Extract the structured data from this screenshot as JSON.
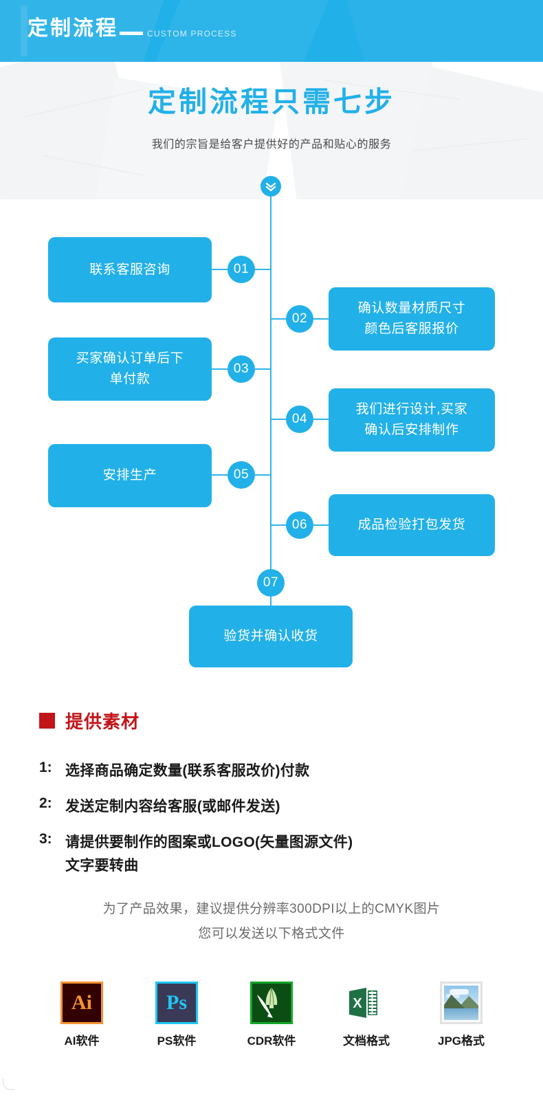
{
  "banner": {
    "title_cn": "定制流程",
    "title_en": "CUSTOM PROCESS"
  },
  "hero": {
    "title": "定制流程只需七步",
    "subtitle": "我们的宗旨是给客户提供好的产品和贴心的服务",
    "scroll_icon": "double-chevron-down-icon"
  },
  "flow": {
    "accent_color": "#22b0e8",
    "steps": [
      {
        "no": "01",
        "label": "联系客服咨询",
        "side": "left"
      },
      {
        "no": "02",
        "label": "确认数量材质尺寸\n颜色后客服报价",
        "side": "right"
      },
      {
        "no": "03",
        "label": "买家确认订单后下\n单付款",
        "side": "left"
      },
      {
        "no": "04",
        "label": "我们进行设计,买家\n确认后安排制作",
        "side": "right"
      },
      {
        "no": "05",
        "label": "安排生产",
        "side": "left"
      },
      {
        "no": "06",
        "label": "成品检验打包发货",
        "side": "right"
      },
      {
        "no": "07",
        "label": "验货并确认收货",
        "side": "center"
      }
    ],
    "step_labels": {
      "s1": "联系客服咨询",
      "s2_l1": "确认数量材质尺寸",
      "s2_l2": "颜色后客服报价",
      "s3_l1": "买家确认订单后下",
      "s3_l2": "单付款",
      "s4_l1": "我们进行设计,买家",
      "s4_l2": "确认后安排制作",
      "s5": "安排生产",
      "s6": "成品检验打包发货",
      "s7": "验货并确认收货"
    },
    "numbers": {
      "n1": "01",
      "n2": "02",
      "n3": "03",
      "n4": "04",
      "n5": "05",
      "n6": "06",
      "n7": "07"
    }
  },
  "materials": {
    "heading": "提供素材",
    "heading_color": "#c2151a",
    "items": [
      {
        "no": "1:",
        "line1": "选择商品确定数量(联系客服改价)付款",
        "line2": ""
      },
      {
        "no": "2:",
        "line1": "发送定制内容给客服(或邮件发送)",
        "line2": ""
      },
      {
        "no": "3:",
        "line1": "请提供要制作的图案或LOGO(矢量图源文件)",
        "line2": "文字要转曲"
      }
    ],
    "item1_no": "1:",
    "item1_text": "选择商品确定数量(联系客服改价)付款",
    "item2_no": "2:",
    "item2_text": "发送定制内容给客服(或邮件发送)",
    "item3_no": "3:",
    "item3_text1": "请提供要制作的图案或LOGO(矢量图源文件)",
    "item3_text2": "文字要转曲",
    "note_line1": "为了产品效果，建议提供分辨率300DPI以上的CMYK图片",
    "note_line2": "您可以发送以下格式文件"
  },
  "software": {
    "items": [
      {
        "icon": "adobe-illustrator-icon",
        "glyph": "Ai",
        "label": "AI软件"
      },
      {
        "icon": "adobe-photoshop-icon",
        "glyph": "Ps",
        "label": "PS软件"
      },
      {
        "icon": "coreldraw-icon",
        "glyph": "",
        "label": "CDR软件"
      },
      {
        "icon": "excel-document-icon",
        "glyph": "X",
        "label": "文档格式"
      },
      {
        "icon": "jpg-image-icon",
        "glyph": "",
        "label": "JPG格式"
      }
    ],
    "ai_glyph": "Ai",
    "ai_label": "AI软件",
    "ps_glyph": "Ps",
    "ps_label": "PS软件",
    "cdr_label": "CDR软件",
    "xl_glyph": "X",
    "xl_label": "文档格式",
    "jpg_label": "JPG格式"
  }
}
